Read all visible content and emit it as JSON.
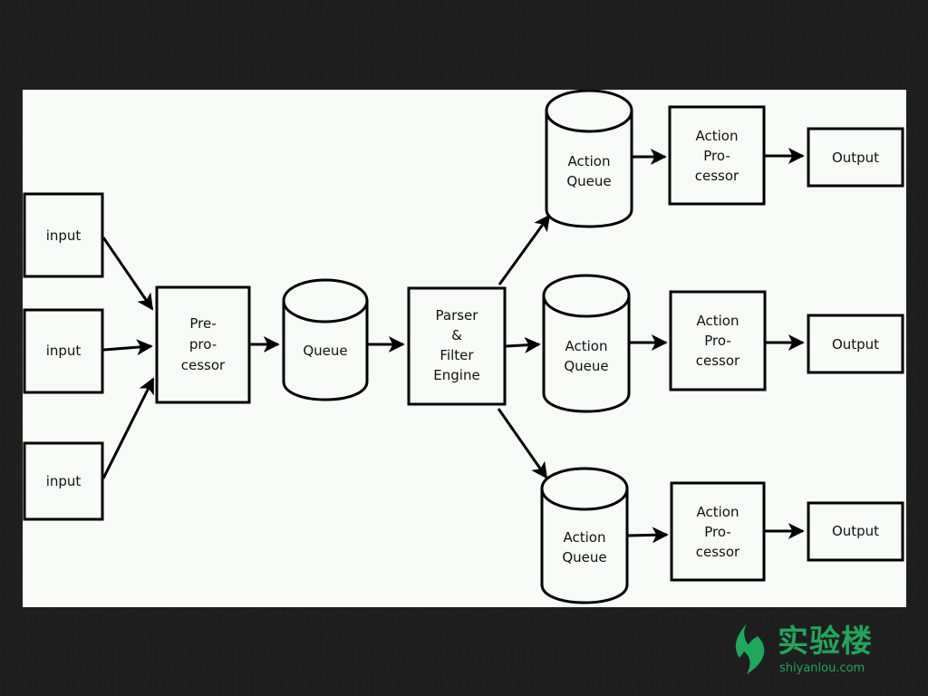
{
  "diagram": {
    "inputs": [
      "input",
      "input",
      "input"
    ],
    "preprocessor": [
      "Pre-",
      "pro-",
      "cessor"
    ],
    "queue": "Queue",
    "engine": [
      "Parser",
      "&",
      "Filter",
      "Engine"
    ],
    "branches": [
      {
        "queue": [
          "Action",
          "Queue"
        ],
        "processor": [
          "Action",
          "Pro-",
          "cessor"
        ],
        "output": "Output"
      },
      {
        "queue": [
          "Action",
          "Queue"
        ],
        "processor": [
          "Action",
          "Pro-",
          "cessor"
        ],
        "output": "Output"
      },
      {
        "queue": [
          "Action",
          "Queue"
        ],
        "processor": [
          "Action",
          "Pro-",
          "cessor"
        ],
        "output": "Output"
      }
    ]
  },
  "brand": {
    "name": "实验楼",
    "domain": "shiyanlou.com",
    "color": "#1fa75a"
  }
}
